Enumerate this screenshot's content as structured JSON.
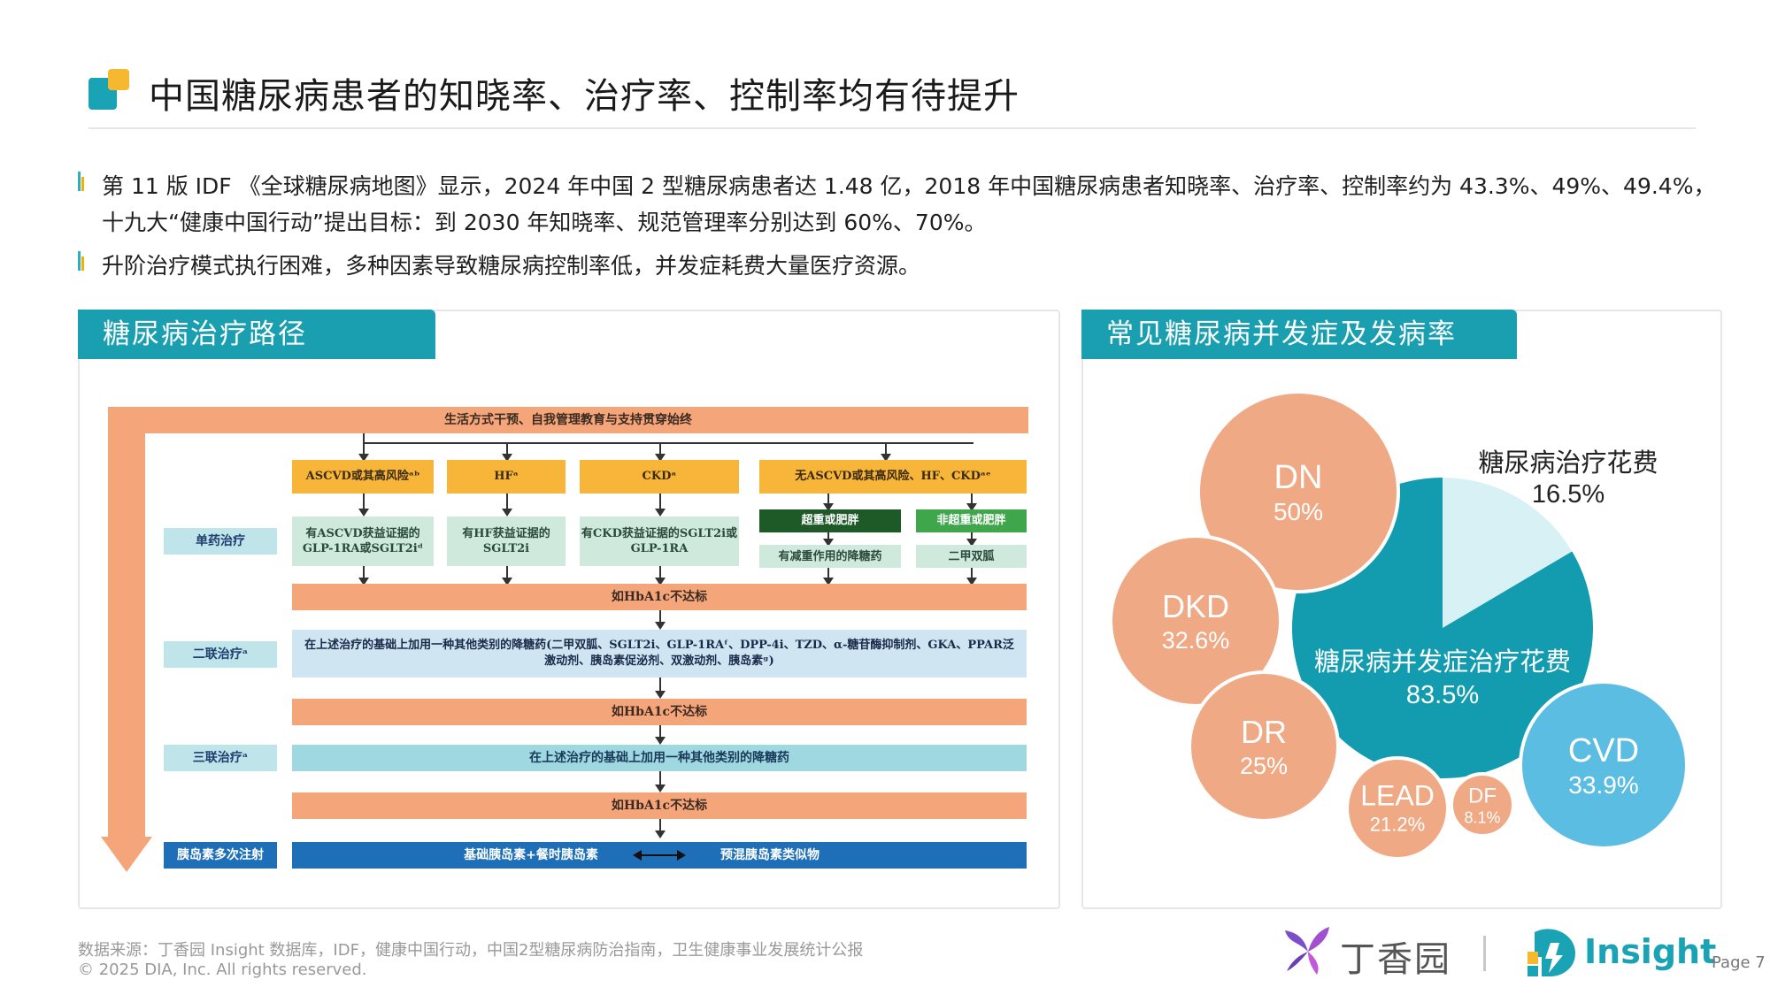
{
  "title": "中国糖尿病患者的知晓率、治疗率、控制率均有待提升",
  "bullets": [
    "第 11 版 IDF 《全球糖尿病地图》显示，2024 年中国 2 型糖尿病患者达 1.48 亿，2018 年中国糖尿病患者知晓率、治疗率、控制率约为 43.3%、49%、49.4%，十九大“健康中国行动”提出目标：到 2030 年知晓率、规范管理率分别达到 60%、70%。",
    "升阶治疗模式执行困难，多种因素导致糖尿病控制率低，并发症耗费大量医疗资源。"
  ],
  "left_panel": {
    "tab": "糖尿病治疗路径",
    "flow": {
      "top_bar": "生活方式干预、自我管理教育与支持贯穿始终",
      "cond_ascvd": "ASCVD或其高风险ᵃᵇ",
      "cond_hf": "HFᵃ",
      "cond_ckd": "CKDᵃ",
      "cond_none": "无ASCVD或其高风险、HF、CKDᵃᵉ",
      "mono_label": "单药治疗",
      "mono_ascvd": "有ASCVD获益证据的GLP-1RA或SGLT2iᵈ",
      "mono_hf": "有HF获益证据的SGLT2i",
      "mono_ckd": "有CKD获益证据的SGLT2i或GLP-1RA",
      "overweight": "超重或肥胖",
      "not_overweight": "非超重或肥胖",
      "weight_reduce": "有减重作用的降糖药",
      "metformin": "二甲双胍",
      "hba1c_1": "如HbA1c不达标",
      "dual_label": "二联治疗ᵃ",
      "dual_text": "在上述治疗的基础上加用一种其他类别的降糖药(二甲双胍、SGLT2i、GLP-1RAᶠ、DPP-4i、TZD、α-糖苷酶抑制剂、GKA、PPAR泛激动剂、胰岛素促泌剂、双激动剂、胰岛素ᵍ)",
      "hba1c_2": "如HbA1c不达标",
      "triple_label": "三联治疗ᵃ",
      "triple_text": "在上述治疗的基础上加用一种其他类别的降糖药",
      "hba1c_3": "如HbA1c不达标",
      "insulin_label": "胰岛素多次注射",
      "insulin_left": "基础胰岛素+餐时胰岛素",
      "insulin_right": "预混胰岛素类似物"
    }
  },
  "right_panel": {
    "tab": "常见糖尿病并发症及发病率",
    "bubbles": [
      {
        "name": "DN",
        "value": "50%",
        "color": "#f0a985"
      },
      {
        "name": "DKD",
        "value": "32.6%",
        "color": "#f0a985"
      },
      {
        "name": "DR",
        "value": "25%",
        "color": "#f0a985"
      },
      {
        "name": "LEAD",
        "value": "21.2%",
        "color": "#f0a985"
      },
      {
        "name": "DF",
        "value": "8.1%",
        "color": "#f0a985"
      },
      {
        "name": "CVD",
        "value": "33.9%",
        "color": "#5bbde2"
      }
    ],
    "pie": {
      "slices": [
        {
          "label": "糖尿病治疗花费",
          "value": "16.5%",
          "fraction": 0.165,
          "color": "#d8f1f5"
        },
        {
          "label": "糖尿病并发症治疗花费",
          "value": "83.5%",
          "fraction": 0.835,
          "color": "#139cb0"
        }
      ]
    }
  },
  "footer": {
    "source": "数据来源：丁香园 Insight 数据库，IDF，健康中国行动，中国2型糖尿病防治指南，卫生健康事业发展统计公报",
    "copyright": "© 2025 DIA, Inc. All rights reserved.",
    "brand_dxy": "丁香园",
    "brand_insight": "Insight",
    "page": "Page 7"
  },
  "colors": {
    "accent": "#1a9fb0",
    "orange": "#f5a57a",
    "bubble": "#f0a985",
    "cvd": "#5bbde2"
  }
}
